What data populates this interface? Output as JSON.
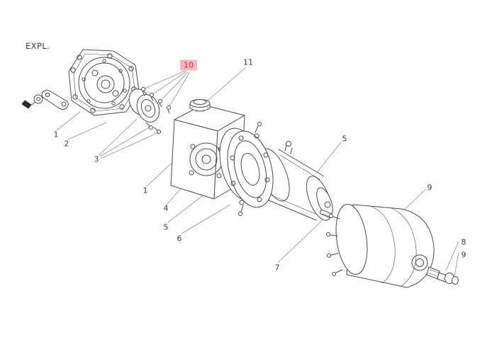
{
  "view": {
    "label": "EXPL."
  },
  "style": {
    "background": "#ffffff",
    "line_color": "#4a4a4a",
    "leader_color": "#909090",
    "callout_text_color": "#3d3d3d",
    "highlight_bg": "#f5b6ba",
    "highlight_text_color": "#b3393e"
  },
  "callouts": [
    {
      "label": "1",
      "highlighted": false
    },
    {
      "label": "2",
      "highlighted": false
    },
    {
      "label": "3",
      "highlighted": false
    },
    {
      "label": "1",
      "highlighted": false
    },
    {
      "label": "4",
      "highlighted": false
    },
    {
      "label": "5",
      "highlighted": false
    },
    {
      "label": "6",
      "highlighted": false
    },
    {
      "label": "10",
      "highlighted": true
    },
    {
      "label": "11",
      "highlighted": false
    },
    {
      "label": "5",
      "highlighted": false
    },
    {
      "label": "7",
      "highlighted": false
    },
    {
      "label": "9",
      "highlighted": false
    },
    {
      "label": "8",
      "highlighted": false
    },
    {
      "label": "9",
      "highlighted": false
    }
  ]
}
